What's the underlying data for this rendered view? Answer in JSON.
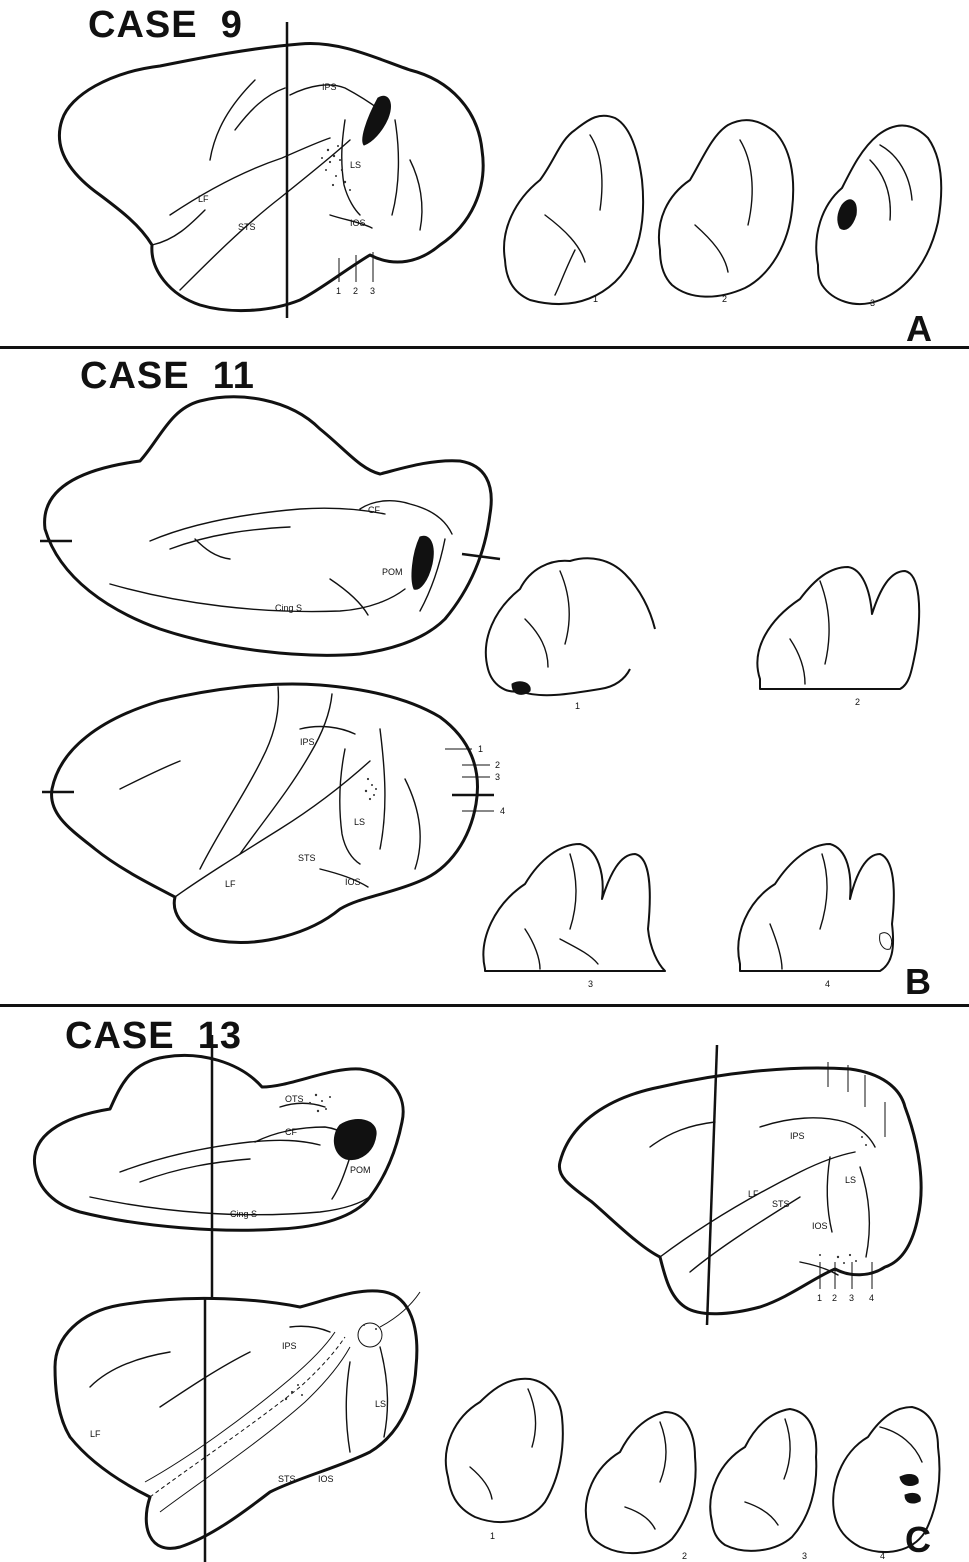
{
  "panels": [
    {
      "title": "CASE  9",
      "letter": "A",
      "labels": [
        "IPS",
        "LS",
        "LF",
        "STS",
        "IOS"
      ],
      "level_numbers": [
        "1",
        "2",
        "3"
      ],
      "section_numbers": [
        "1",
        "2",
        "3"
      ]
    },
    {
      "title": "CASE  11",
      "letter": "B",
      "medial_labels": [
        "CF",
        "POM",
        "Cing S"
      ],
      "lateral_labels": [
        "IPS",
        "LS",
        "STS",
        "LF",
        "IOS"
      ],
      "level_numbers": [
        "1",
        "2",
        "3",
        "4"
      ],
      "section_numbers": [
        "1",
        "2",
        "3",
        "4"
      ]
    },
    {
      "title": "CASE  13",
      "letter": "C",
      "medial_labels": [
        "OTS",
        "CF",
        "POM",
        "Cing S"
      ],
      "lateral_labels": [
        "IPS",
        "LS",
        "LF",
        "STS",
        "IOS"
      ],
      "unfolded_labels": [
        "IPS",
        "LS",
        "LF",
        "STS",
        "IOS"
      ],
      "level_numbers": [
        "1",
        "2",
        "3",
        "4"
      ],
      "section_numbers": [
        "1",
        "2",
        "3",
        "4"
      ]
    }
  ]
}
